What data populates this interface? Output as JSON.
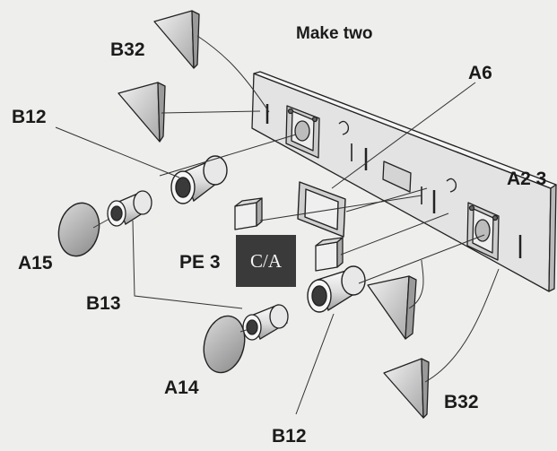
{
  "title": "Make two",
  "badge": "C/A",
  "labels": {
    "b32_top": "B32",
    "b32_bottom": "B32",
    "a6": "A6",
    "b12_top": "B12",
    "b12_bottom": "B12",
    "a2_3": "A2 3",
    "a15": "A15",
    "a14": "A14",
    "pe3": "PE 3",
    "b13": "B13"
  }
}
